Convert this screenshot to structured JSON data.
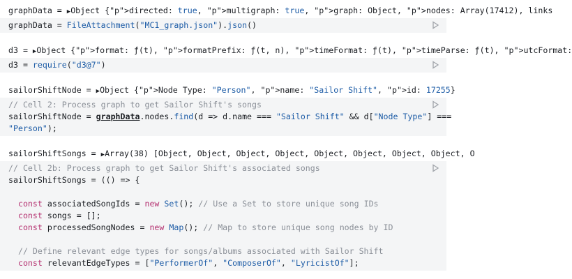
{
  "cells": [
    {
      "output": {
        "name": "graphData",
        "type": "Object",
        "preview": "{directed: true, multigraph: true, graph: Object, nodes: Array(17412), links"
      },
      "source": [
        "graphData = FileAttachment(\"MC1_graph.json\").json()"
      ]
    },
    {
      "output": {
        "name": "d3",
        "type": "Object",
        "preview": "{format: ƒ(t), formatPrefix: ƒ(t, n), timeFormat: ƒ(t), timeParse: ƒ(t), utcFormat:"
      },
      "source": [
        "d3 = require(\"d3@7\")"
      ]
    },
    {
      "output": {
        "name": "sailorShiftNode",
        "type": "Object",
        "preview": "{Node Type: \"Person\", name: \"Sailor Shift\", id: 17255}"
      },
      "source": [
        "// Cell 2: Process graph to get Sailor Shift's songs",
        "sailorShiftNode = graphData.nodes.find(d => d.name === \"Sailor Shift\" && d[\"Node Type\"] ===",
        "\"Person\");"
      ]
    },
    {
      "output": {
        "name": "sailorShiftSongs",
        "type": "Array(38)",
        "preview": "[Object, Object, Object, Object, Object, Object, Object, Object, O"
      },
      "source": [
        "// Cell 2b: Process graph to get Sailor Shift's associated songs",
        "sailorShiftSongs = (() => {",
        "",
        "  const associatedSongIds = new Set(); // Use a Set to store unique song IDs",
        "  const songs = [];",
        "  const processedSongNodes = new Map(); // Map to store unique song nodes by ID",
        "",
        "  // Define relevant edge types for songs/albums associated with Sailor Shift",
        "  const relevantEdgeTypes = [\"PerformerOf\", \"ComposerOf\", \"LyricistOf\"];"
      ]
    }
  ],
  "icons": {
    "expand": "disclosure-triangle-icon",
    "run": "run-cell-icon"
  }
}
